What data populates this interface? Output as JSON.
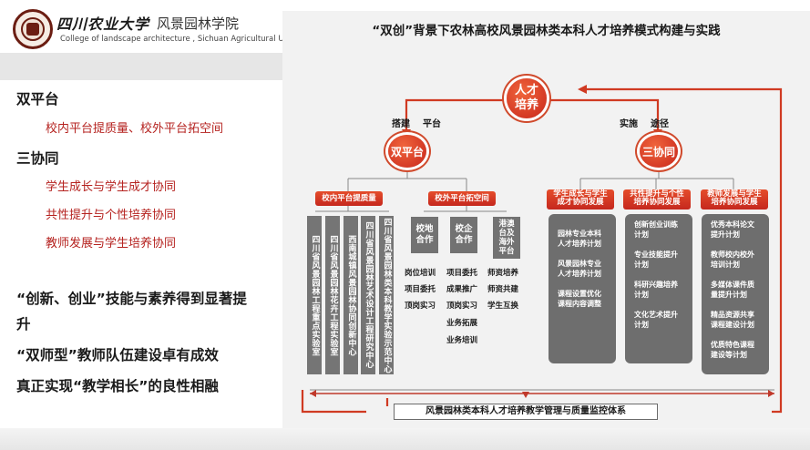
{
  "header": {
    "university_name": "四川农业大学",
    "college_cn": "风景园林学院",
    "college_en": "College of landscape architecture , Sichuan Agricultural University"
  },
  "left": {
    "heading1": "双平台",
    "sub1": "校内平台提质量、校外平台拓空间",
    "heading2": "三协同",
    "sub2": "学生成长与学生成才协同",
    "sub3": "共性提升与个性培养协同",
    "sub4": "教师发展与学生培养协同",
    "bold1a": "“创新、创业”技能与素养得到显著提",
    "bold1b": "升",
    "bold2": "“双师型”教师队伍建设卓有成效",
    "bold3": "真正实现“教学相长”的良性相融"
  },
  "diagram": {
    "title": "“双创”背景下农林高校风景园林类本科人才培养模式构建与实践",
    "center": "人才\n培养",
    "left_label_a": "搭建",
    "left_label_b": "平台",
    "right_label_a": "实施",
    "right_label_b": "途径",
    "left_circle": "双平台",
    "right_circle": "三协同",
    "bar_inner": "校内平台提质量",
    "bar_outer": "校外平台拓空间",
    "bar_r1": "学生成长与学生\n成才协同发展",
    "bar_r2": "共性提升与个性\n培养协同发展",
    "bar_r3": "教师发展与学生\n培养协同发展",
    "inner_boxes": [
      "四川省风景园林工程重点实验室",
      "四川省风景园林花卉工程实验室",
      "西南城镇风景园林协同创新中心",
      "四川省风景园林艺术设计工程研究中心",
      "四川省风景园林类本科教学实验示范中心"
    ],
    "outer_boxes": [
      "校地\n合作",
      "校企\n合作",
      "港澳\n台及\n海外\n平台"
    ],
    "col1": [
      "岗位培训",
      "项目委托",
      "顶岗实习"
    ],
    "col2": [
      "项目委托",
      "成果推广",
      "顶岗实习",
      "业务拓展",
      "业务培训"
    ],
    "col3": [
      "师资培养",
      "师资共建",
      "学生互换"
    ],
    "tall1": [
      "园林专业本科",
      "人才培养计划",
      "",
      "风景园林专业",
      "人才培养计划",
      "",
      "课程设置优化",
      "课程内容调整"
    ],
    "tall2": [
      "创新创业训练",
      "计划",
      "",
      "专业技能提升",
      "计划",
      "",
      "科研兴趣培养",
      "计划",
      "",
      "文化艺术提升",
      "计划"
    ],
    "tall3": [
      "优秀本科论文",
      "提升计划",
      "",
      "教师校内校外",
      "培训计划",
      "",
      "多媒体课件质",
      "量提升计划",
      "",
      "精品资源共享",
      "课程建设计划",
      "",
      "优质特色课程",
      "建设等计划"
    ],
    "bottom": "风景园林类本科人才培养教学管理与质量监控体系"
  },
  "colors": {
    "accent_red": "#c8261b",
    "box_gray": "#727272",
    "sub_red": "#b5221f"
  }
}
